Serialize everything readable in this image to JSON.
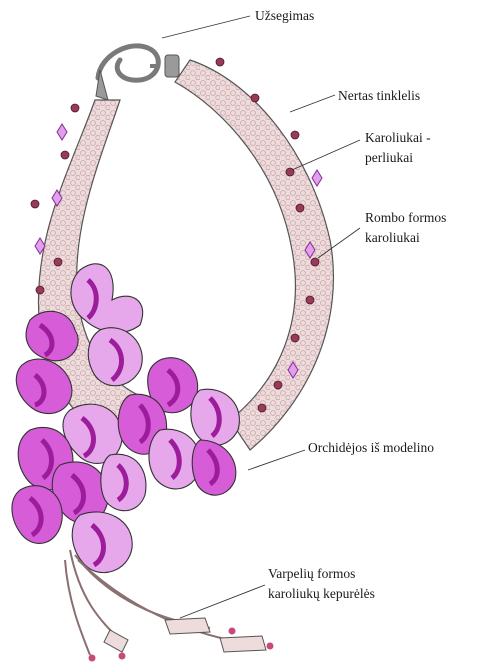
{
  "labels": {
    "clasp": "Užsegimas",
    "net_line1": "Nertas tinklelis",
    "seed_line1": "Karoliukai -",
    "seed_line2": "perliukai",
    "rhombus_line1": "Rombo formos",
    "rhombus_line2": "karoliukai",
    "orchids_line1": "Orchidėjos iš modelino",
    "caps_line1": "Varpelių formos",
    "caps_line2": "karoliukų kepurėlės"
  },
  "colors": {
    "band_fill": "#eedcdc",
    "band_pattern": "#c9a4a8",
    "outline": "#555555",
    "seed_bead": "#9a3a5a",
    "rhombus_bead": "#c060c8",
    "orchid_light": "#e6a8ea",
    "orchid_mid": "#d65cd8",
    "orchid_dark": "#9c1c9c",
    "clasp": "#7a7a7a"
  }
}
